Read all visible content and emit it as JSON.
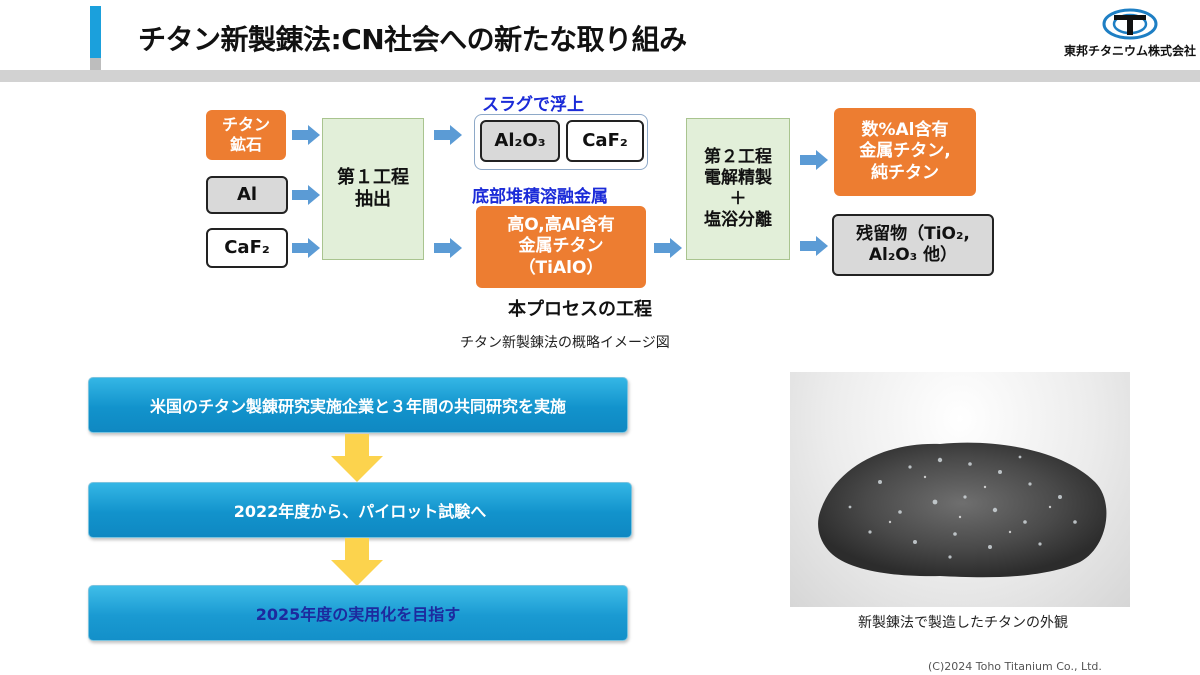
{
  "header": {
    "title": "チタン新製錬法:CN社会への新たな取り組み",
    "logo_text": "東邦チタニウム株式会社",
    "logo_icon": "toho-logo-icon",
    "accent_color": "#1ba0dc"
  },
  "diagram": {
    "inputs": {
      "ore": [
        "チタン",
        "鉱石"
      ],
      "al": "Al",
      "caf2": "CaF₂"
    },
    "step1": [
      "第１工程",
      "抽出"
    ],
    "slag_label": "スラグで浮上",
    "slag_items": [
      "Al₂O₃",
      "CaF₂"
    ],
    "bottom_label": "底部堆積溶融金属",
    "metal": [
      "高O,高Al含有",
      "金属チタン",
      "（TiAlO）"
    ],
    "step2": [
      "第２工程",
      "電解精製",
      "＋",
      "塩浴分離"
    ],
    "output_ti": [
      "数%Al含有",
      "金属チタン,",
      "純チタン"
    ],
    "residue": [
      "残留物（TiO₂,",
      "Al₂O₃ 他）"
    ],
    "process_label": "本プロセスの工程",
    "caption": "チタン新製錬法の概略イメージ図",
    "colors": {
      "orange": "#ed7d31",
      "green": "#e2efd9",
      "arrow_blue": "#5b9bd5",
      "label_blue": "#1b2bd8"
    }
  },
  "flow": {
    "steps": [
      "米国のチタン製錬研究実施企業と３年間の共同研究を実施",
      "2022年度から、パイロット試験へ",
      "2025年度の実用化を目指す"
    ],
    "arrow_color": "#fcd34d"
  },
  "photo": {
    "caption": "新製錬法で製造したチタンの外観"
  },
  "footer": {
    "copyright": "(C)2024 Toho Titanium Co., Ltd."
  }
}
